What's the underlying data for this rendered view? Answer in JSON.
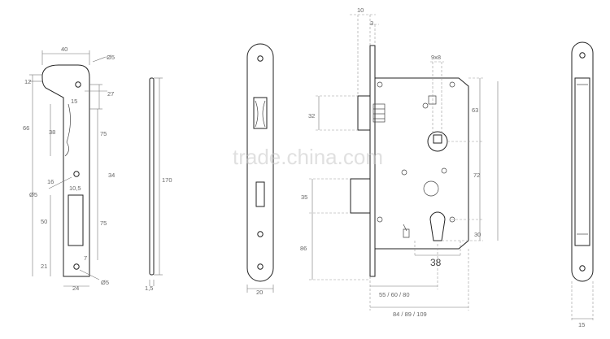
{
  "watermark": "trade.china.com",
  "strike_plate": {
    "labels": {
      "width_top": "40",
      "hole_top": "Ø5",
      "d12": "12",
      "d27": "27",
      "d15": "15",
      "d66": "66",
      "d38": "38",
      "d75a": "75",
      "d34": "34",
      "d16": "16",
      "d10_5": "10,5",
      "hole_mid": "Ø5",
      "d50": "50",
      "d75b": "75",
      "d7": "7",
      "d21": "21",
      "width_bottom": "24",
      "hole_bottom": "Ø5"
    }
  },
  "side_view": {
    "labels": {
      "height": "170",
      "thickness": "1,5"
    }
  },
  "faceplate": {
    "labels": {
      "width": "20"
    }
  },
  "lock_body": {
    "labels": {
      "d10": "10",
      "d3": "3",
      "d9x8": "9x8",
      "d63": "63",
      "d32": "32",
      "d72": "72",
      "d35": "35",
      "d86": "86",
      "d30": "30",
      "d38": "38",
      "backset": "55 / 60 / 80",
      "total": "84 / 89 / 109"
    }
  },
  "front_plate": {
    "labels": {
      "width": "15"
    }
  }
}
